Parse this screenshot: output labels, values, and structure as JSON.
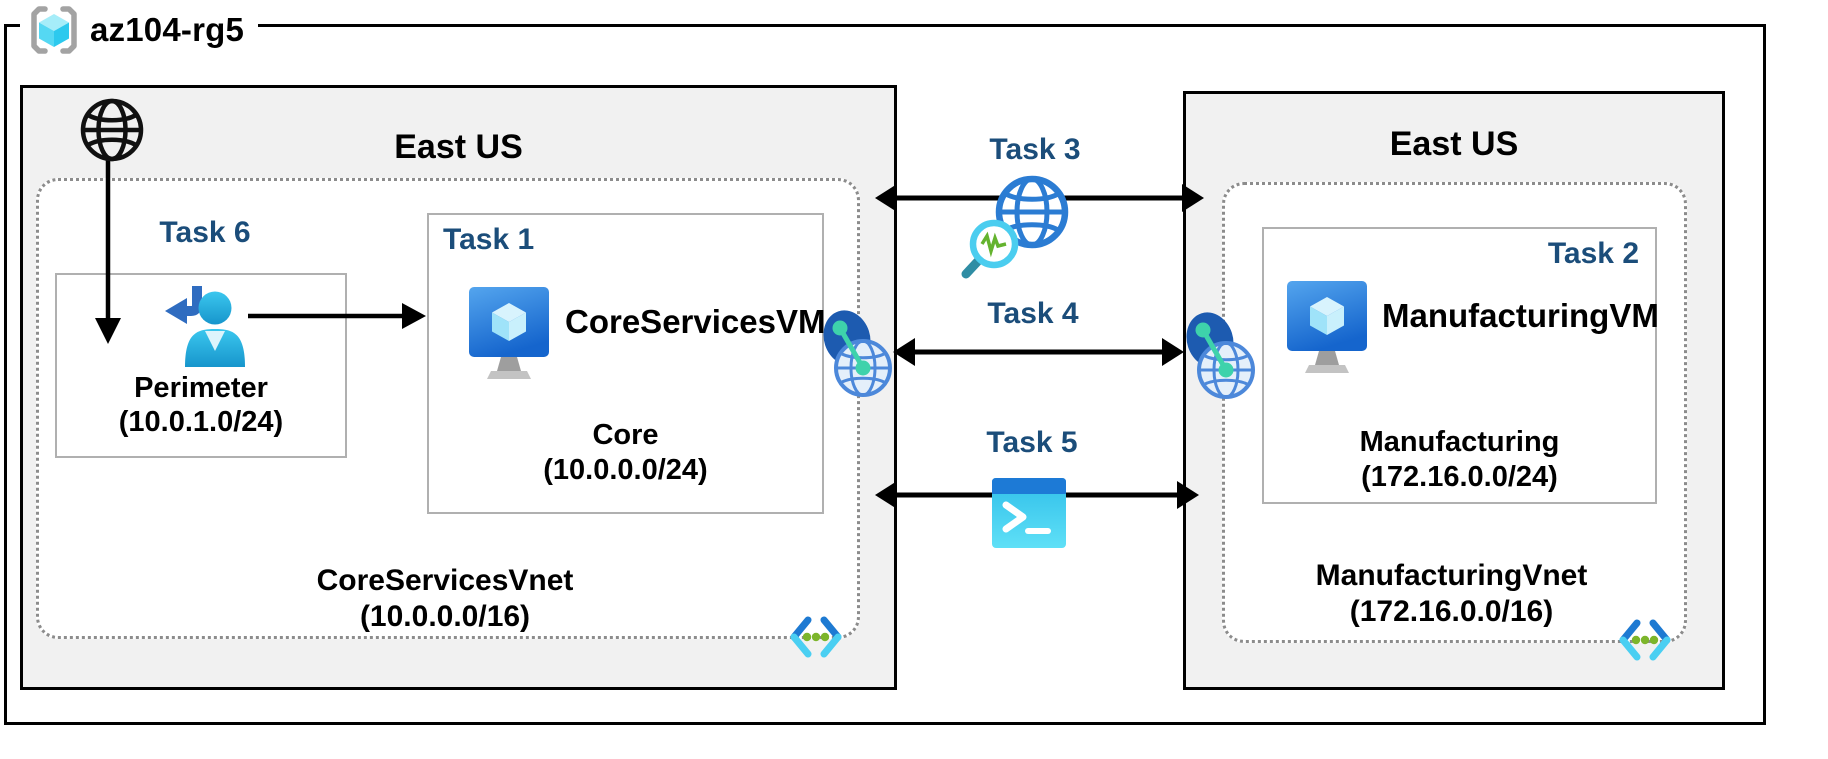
{
  "resource_group": {
    "name": "az104-rg5"
  },
  "left_region": {
    "name": "East US"
  },
  "right_region": {
    "name": "East US"
  },
  "tasks": {
    "task1": "Task 1",
    "task2": "Task 2",
    "task3": "Task 3",
    "task4": "Task 4",
    "task5": "Task 5",
    "task6": "Task 6"
  },
  "core_vnet": {
    "name": "CoreServicesVnet",
    "cidr": "(10.0.0.0/16)",
    "vm_name": "CoreServicesVM",
    "perimeter_subnet": {
      "name": "Perimeter",
      "cidr": "(10.0.1.0/24)"
    },
    "core_subnet": {
      "name": "Core",
      "cidr": "(10.0.0.0/24)"
    }
  },
  "manufacturing_vnet": {
    "name": "ManufacturingVnet",
    "cidr": "(172.16.0.0/16)",
    "vm_name": "ManufacturingVM",
    "subnet": {
      "name": "Manufacturing",
      "cidr": "(172.16.0.0/24)"
    }
  },
  "icons": {
    "resource_group_icon": "azure-resource-group",
    "internet_icon": "internet-globe",
    "guest_user_icon": "user-with-return-arrow",
    "virtual_machine_icon": "azure-virtual-machine",
    "vnet_peering_icon": "virtual-network-peering-globe",
    "network_watcher_icon": "globe-with-monitoring-magnifier",
    "powershell_icon": "terminal-prompt-window",
    "virtual_network_icon": "angle-brackets-with-green-dots"
  },
  "colors": {
    "task_label": "#1b4d7a",
    "region_background": "#f1f1f1",
    "border_black": "#000000",
    "dotted_border": "#8c8c8c",
    "azure_blue": "#1d7ad2",
    "cyan": "#4acff2",
    "green_dot": "#7cb52b",
    "teal_link": "#3ed2ab"
  }
}
